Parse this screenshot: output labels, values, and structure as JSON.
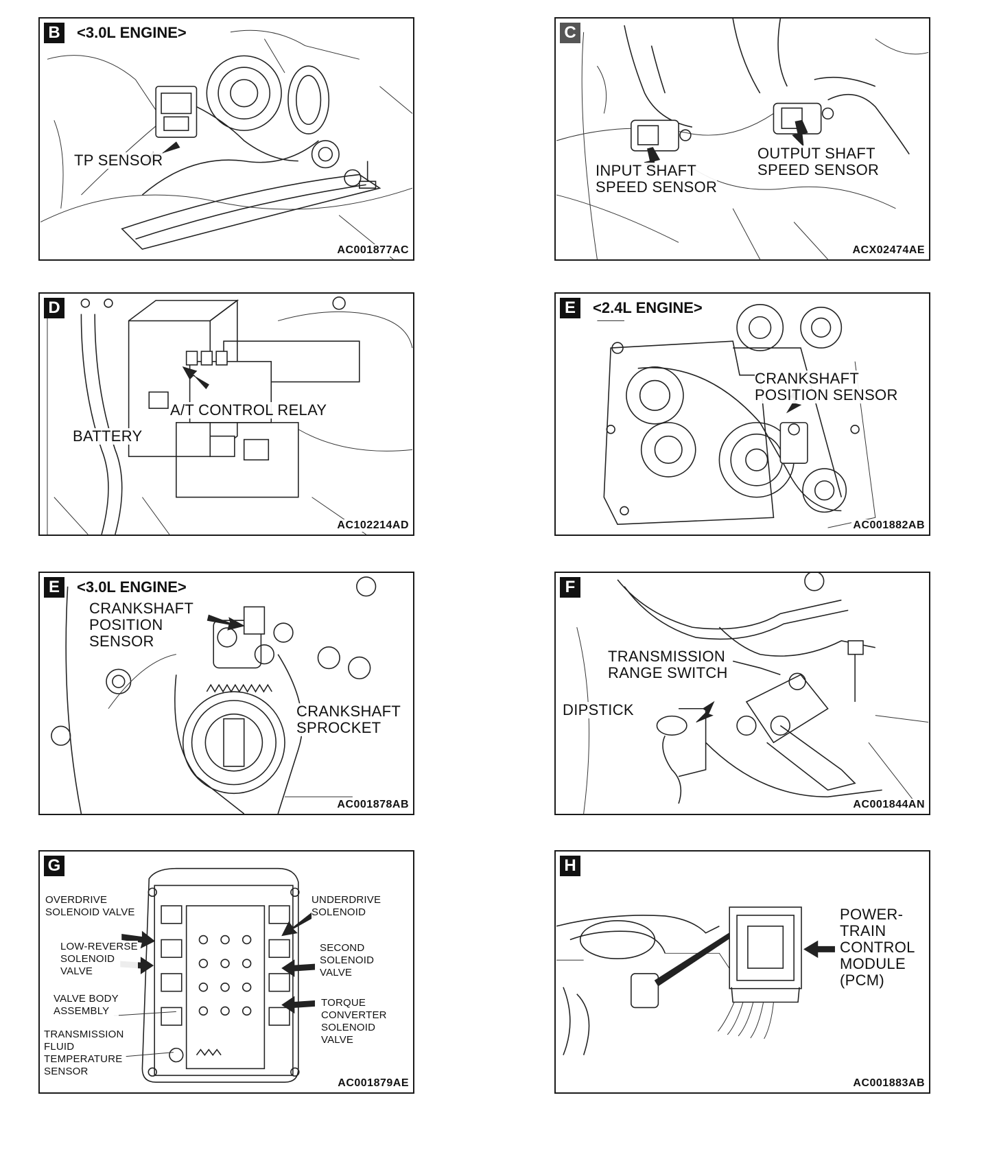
{
  "panels": {
    "b": {
      "letter": "B",
      "engine": "<3.0L ENGINE>",
      "labels": {
        "tp_sensor": "TP SENSOR"
      },
      "code": "AC001877AC"
    },
    "c": {
      "letter": "C",
      "labels": {
        "input_sensor": "INPUT SHAFT\nSPEED SENSOR",
        "output_sensor": "OUTPUT SHAFT\nSPEED SENSOR"
      },
      "code": "ACX02474AE"
    },
    "d": {
      "letter": "D",
      "labels": {
        "relay": "A/T CONTROL RELAY",
        "battery": "BATTERY"
      },
      "code": "AC102214AD"
    },
    "e1": {
      "letter": "E",
      "engine": "<2.4L ENGINE>",
      "labels": {
        "crank_sensor": "CRANKSHAFT\nPOSITION SENSOR"
      },
      "code": "AC001882AB"
    },
    "e2": {
      "letter": "E",
      "engine": "<3.0L ENGINE>",
      "labels": {
        "crank_sensor": "CRANKSHAFT\nPOSITION\nSENSOR",
        "sprocket": "CRANKSHAFT\nSPROCKET"
      },
      "code": "AC001878AB"
    },
    "f": {
      "letter": "F",
      "labels": {
        "range_switch": "TRANSMISSION\nRANGE SWITCH",
        "dipstick": "DIPSTICK"
      },
      "code": "AC001844AN"
    },
    "g": {
      "letter": "G",
      "labels": {
        "overdrive": "OVERDRIVE\nSOLENOID VALVE",
        "low_reverse": "LOW-REVERSE\nSOLENOID\nVALVE",
        "valve_body": "VALVE BODY\nASSEMBLY",
        "temp_sensor": "TRANSMISSION\nFLUID\nTEMPERATURE\nSENSOR",
        "underdrive": "UNDERDRIVE\nSOLENOID",
        "second": "SECOND\nSOLENOID\nVALVE",
        "torque_conv": "TORQUE\nCONVERTER\nSOLENOID\nVALVE"
      },
      "code": "AC001879AE"
    },
    "h": {
      "letter": "H",
      "labels": {
        "pcm": "POWER-\nTRAIN\nCONTROL\nMODULE\n(PCM)"
      },
      "code": "AC001883AB"
    }
  }
}
